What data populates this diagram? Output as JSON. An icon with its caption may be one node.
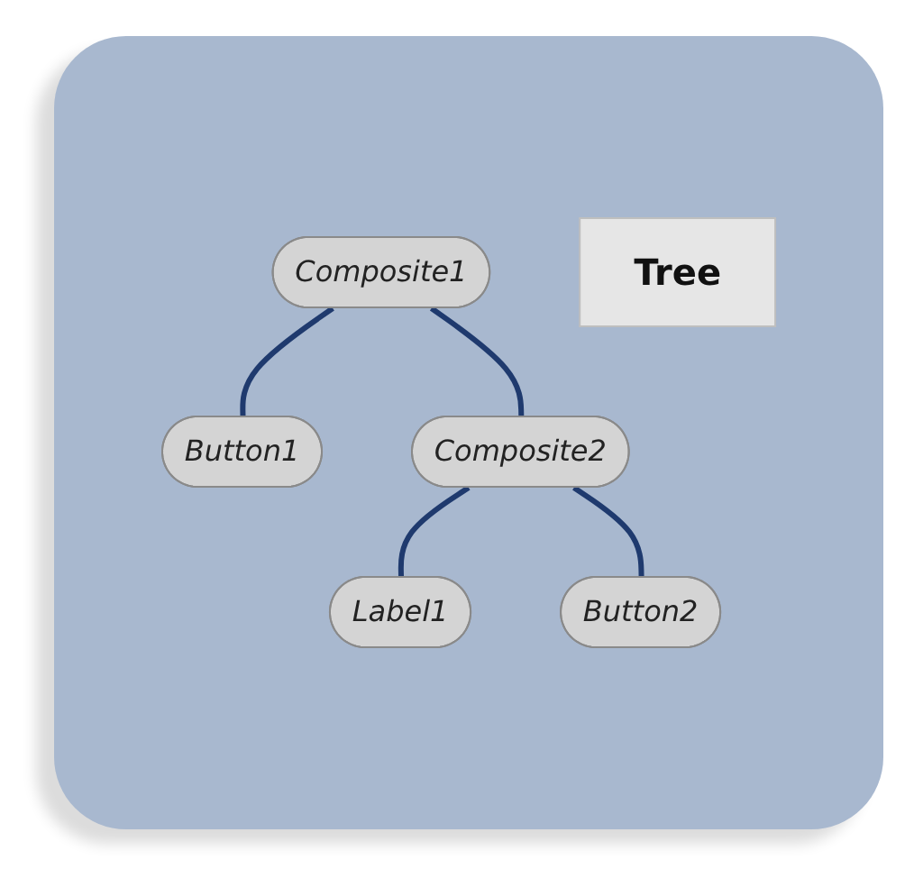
{
  "diagram": {
    "nodes": [
      {
        "text": [
          "Composite1"
        ]
      },
      {
        "text": [
          "Tree"
        ]
      },
      {
        "text": [
          "Button1"
        ]
      },
      {
        "text": [
          "Composite2"
        ]
      },
      {
        "text": [
          "Label1"
        ]
      },
      {
        "text": [
          "Button2"
        ]
      }
    ],
    "edges": [
      {
        "from": 0,
        "to": 2,
        "arrow": "none"
      },
      {
        "from": 0,
        "to": 3,
        "arrow": "none"
      },
      {
        "from": 3,
        "to": 4,
        "arrow": "none"
      },
      {
        "from": 3,
        "to": 5,
        "arrow": "none"
      }
    ]
  }
}
